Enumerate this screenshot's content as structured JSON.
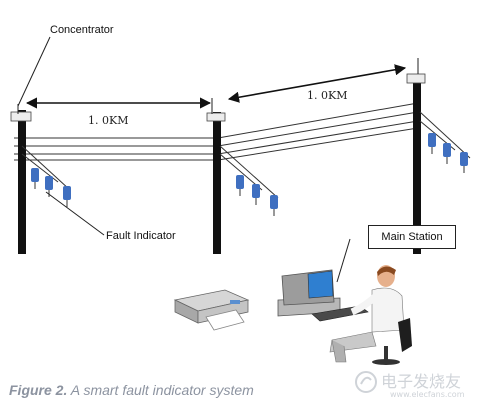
{
  "labels": {
    "concentrator": "Concentrator",
    "fault_indicator": "Fault Indicator",
    "main_station": "Main Station",
    "distance_1": "1. 0KM",
    "distance_2": "1. 0KM"
  },
  "caption": {
    "figure_number": "Figure 2.",
    "text": " A smart fault indicator system"
  },
  "watermark": {
    "brand": "电子发烧友",
    "url": "www.elecfans.com"
  },
  "colors": {
    "pole": "#111111",
    "wire": "#333333",
    "indicator_blue": "#3f6fc0",
    "caption": "#8c93a0",
    "watermark": "#cfd3d8"
  }
}
